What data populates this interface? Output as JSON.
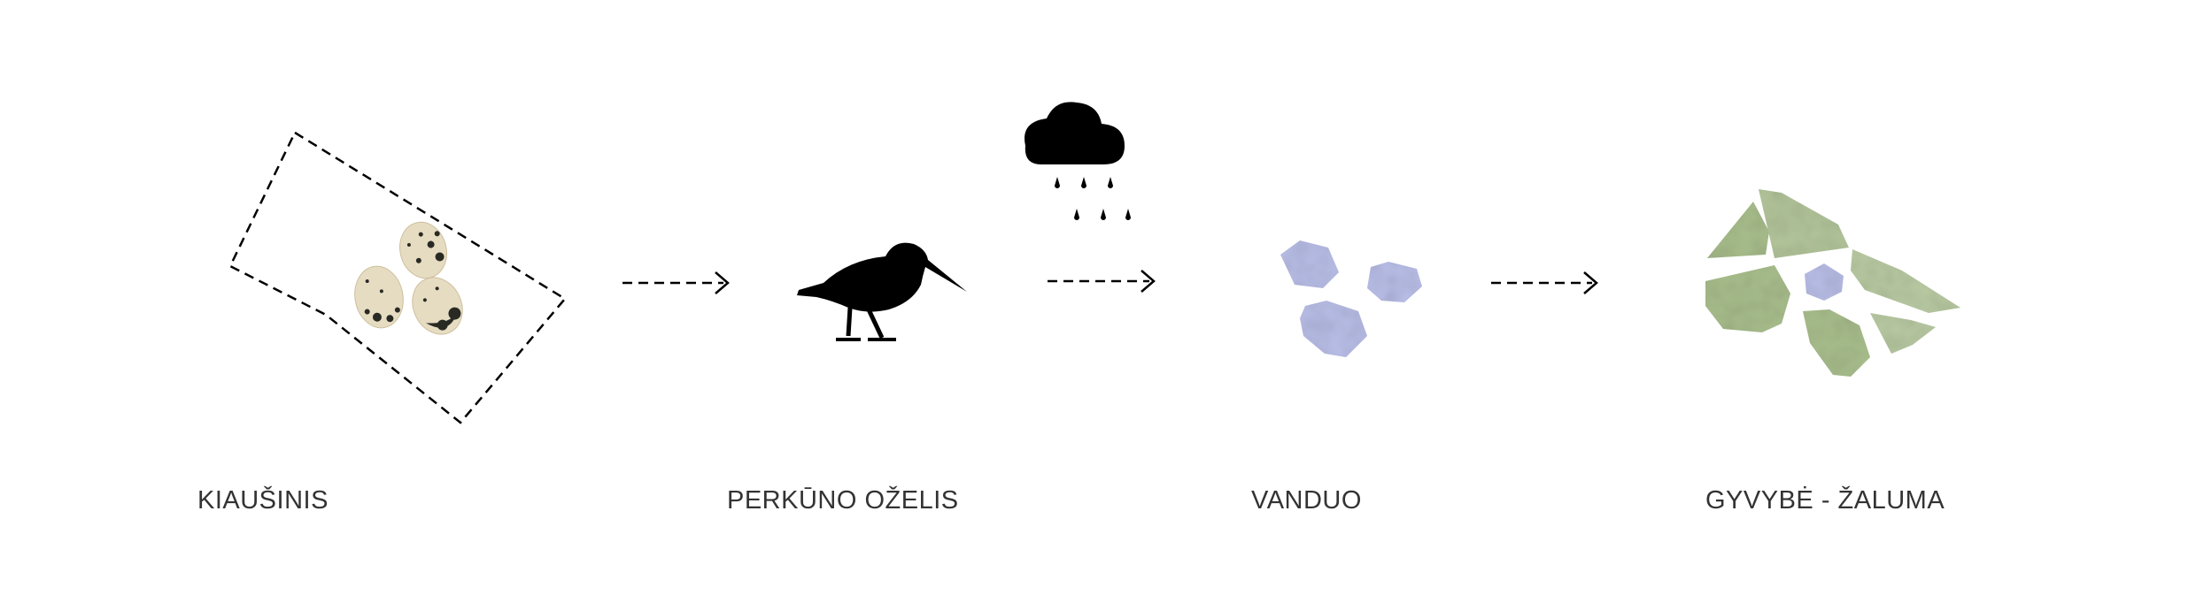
{
  "stages": [
    {
      "label": "KIAUŠINIS",
      "icon": "eggs-icon"
    },
    {
      "label": "PERKŪNO OŽELIS",
      "icon": "snipe-bird-icon"
    },
    {
      "label": "VANDUO",
      "icon": "water-stones-icon"
    },
    {
      "label": "GYVYBĖ - ŽALUMA",
      "icon": "green-fragments-icon"
    }
  ],
  "decorations": {
    "rain_icon": "rain-cloud-icon",
    "arrow_icon": "dashed-arrow-icon"
  },
  "colors": {
    "text": "#333333",
    "egg": "#e6dcc2",
    "egg_speckle": "#2a2a24",
    "water": "#b8bde6",
    "green": "#a8bd8c",
    "icon": "#000000"
  }
}
